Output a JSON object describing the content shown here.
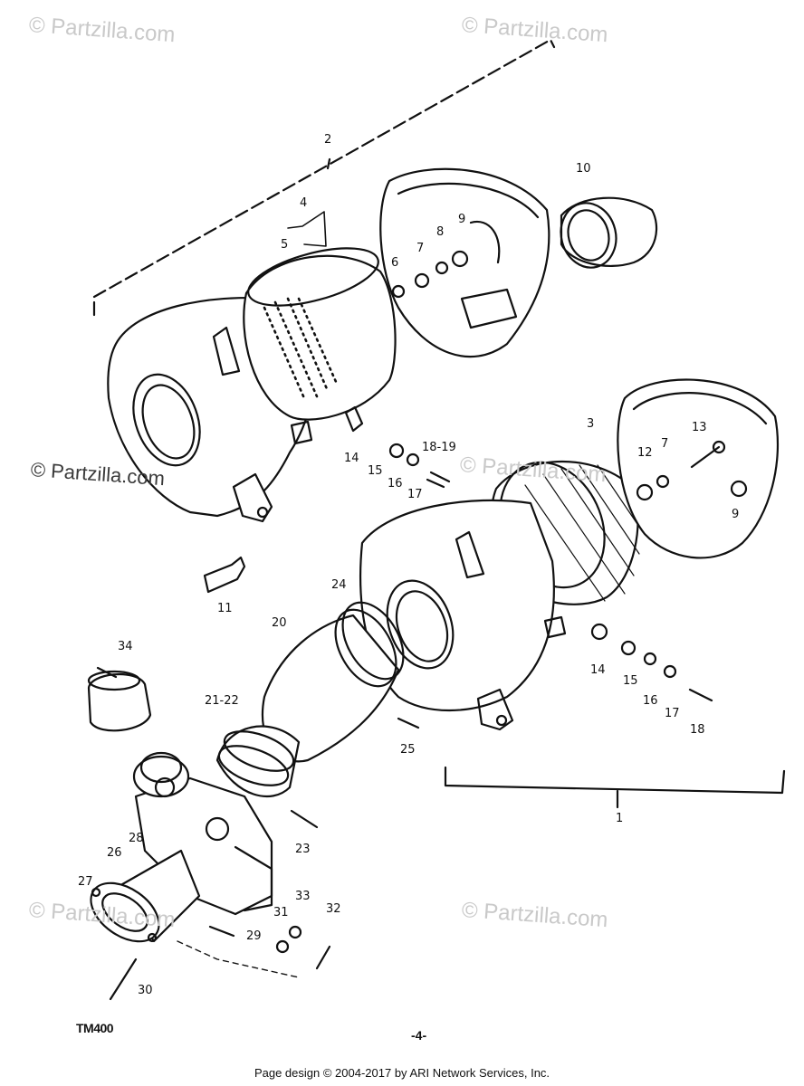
{
  "watermarks": {
    "top_left": "© Partzilla.com",
    "top_right": "© Partzilla.com",
    "mid_left": "© Partzilla.com",
    "mid_center": "© Partzilla.com",
    "bottom_left": "© Partzilla.com",
    "bottom_right": "© Partzilla.com"
  },
  "callouts": {
    "c1": "1",
    "c2": "2",
    "c3": "3",
    "c4": "4",
    "c5": "5",
    "c6": "6",
    "c7a": "7",
    "c7b": "7",
    "c8": "8",
    "c9a": "9",
    "c9b": "9",
    "c10": "10",
    "c11": "11",
    "c12": "12",
    "c13": "13",
    "c14a": "14",
    "c14b": "14",
    "c15a": "15",
    "c15b": "15",
    "c16a": "16",
    "c16b": "16",
    "c17a": "17",
    "c17b": "17",
    "c18a": "18",
    "c18_19": "18-19",
    "c20": "20",
    "c21_22": "21-22",
    "c23": "23",
    "c24": "24",
    "c25": "25",
    "c26": "26",
    "c27": "27",
    "c28": "28",
    "c29": "29",
    "c30": "30",
    "c31": "31",
    "c32": "32",
    "c33": "33",
    "c34": "34"
  },
  "model_code": "TM400",
  "page_number": "-4-",
  "footer": "Page design © 2004-2017 by ARI Network Services, Inc."
}
